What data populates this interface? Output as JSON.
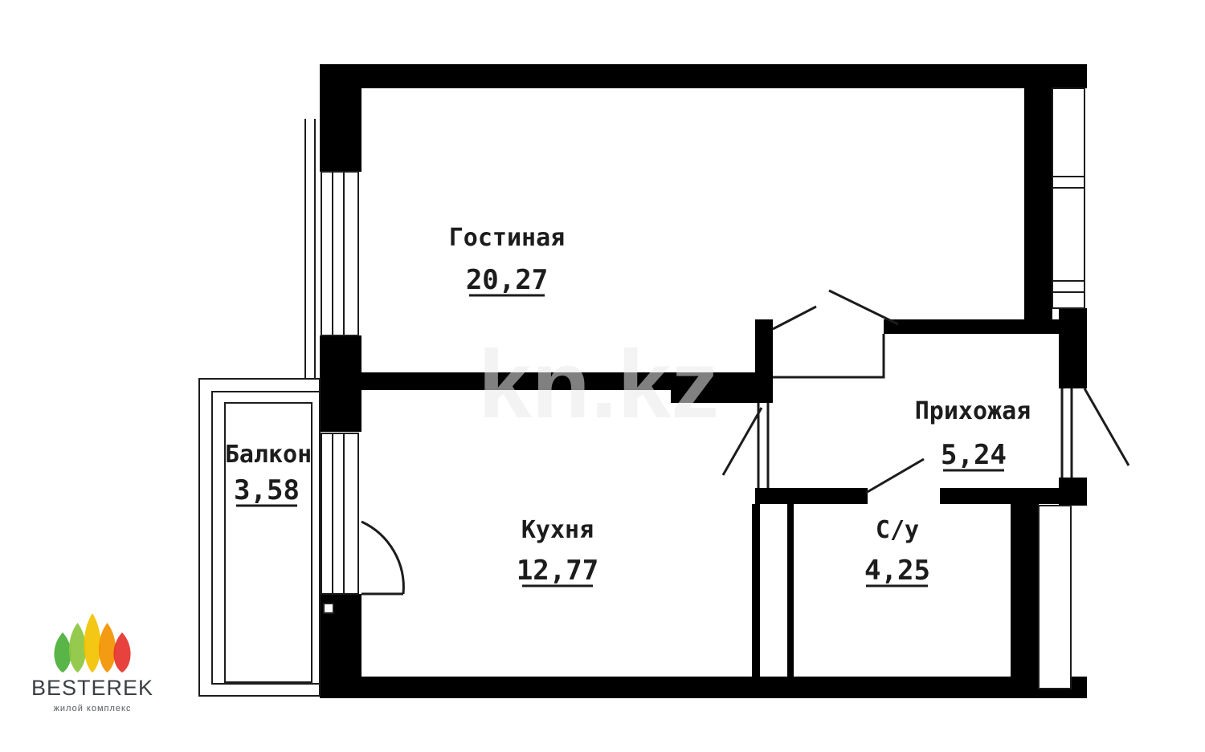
{
  "rooms": {
    "living": {
      "label": "Гостиная",
      "area": "20,27"
    },
    "kitchen": {
      "label": "Кухня",
      "area": "12,77"
    },
    "balcony": {
      "label": "Балкон",
      "area": "3,58"
    },
    "hallway": {
      "label": "Прихожая",
      "area": "5,24"
    },
    "bathroom": {
      "label": "С/у",
      "area": "4,25"
    }
  },
  "watermark": "kn.kz",
  "brand": {
    "name": "BESTEREK",
    "subtitle": "жилой комплекс",
    "leaf_colors": [
      "#4caf3a",
      "#8cc63f",
      "#f2c200",
      "#f39200",
      "#e5322d"
    ]
  },
  "colors": {
    "wall": "#000000",
    "background": "#ffffff",
    "line": "#1c1c1c"
  }
}
